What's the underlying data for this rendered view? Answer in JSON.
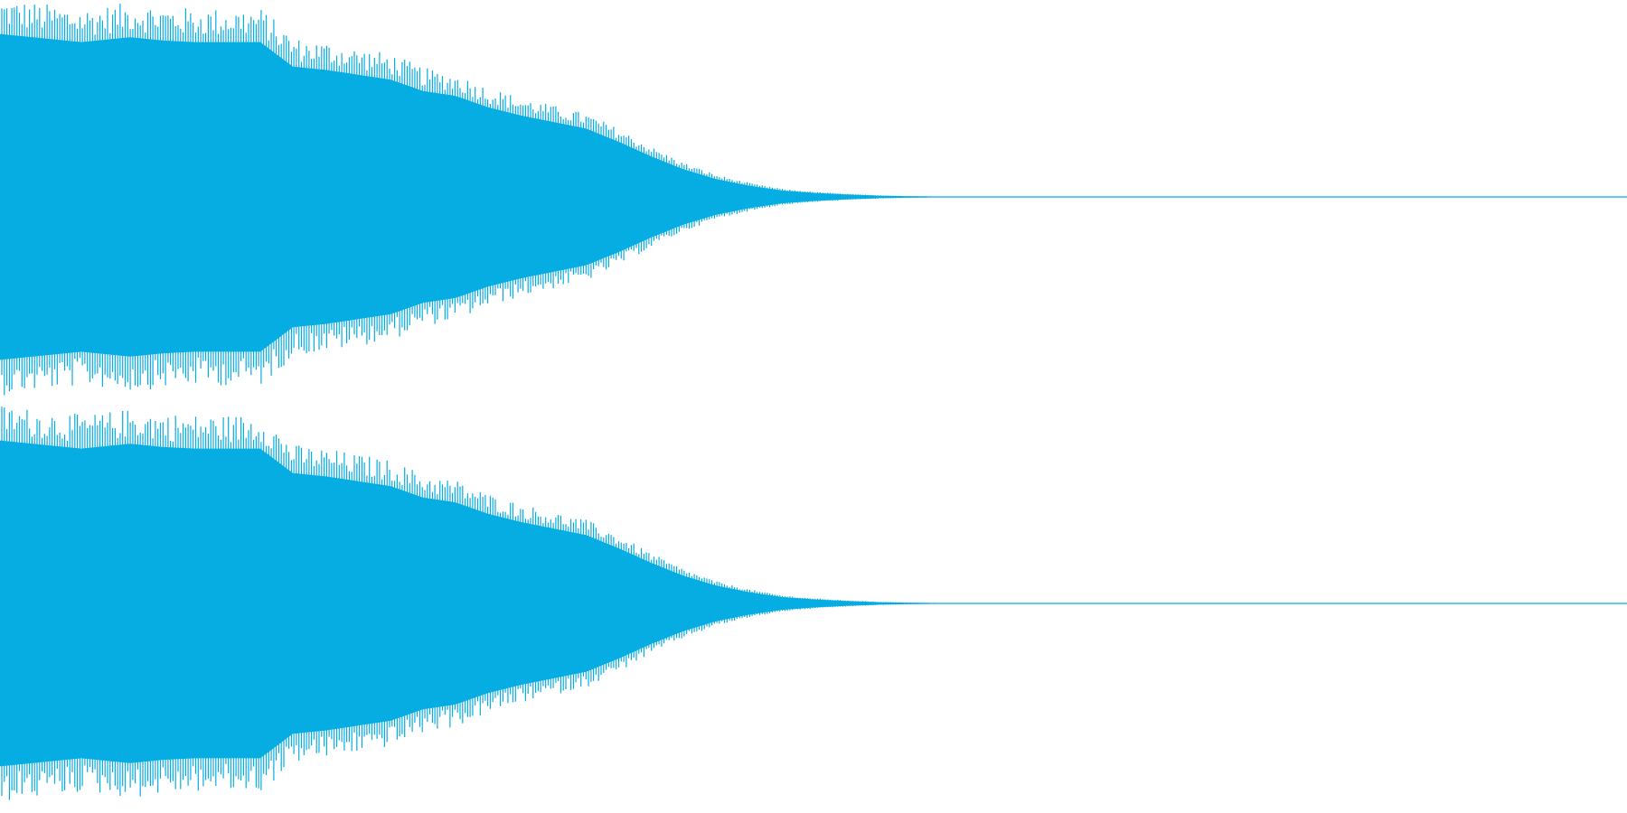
{
  "chart_data": {
    "type": "area",
    "description_type": "audio-waveform",
    "channels": 2,
    "color": "#05ADE3",
    "background": "#FFFFFF",
    "grid": false,
    "legend": "none",
    "xlim": [
      0,
      1.0
    ],
    "ylim": [
      -1.0,
      1.0
    ],
    "series": [
      {
        "x": [
          0.0,
          0.02,
          0.05,
          0.08,
          0.1,
          0.12,
          0.14,
          0.16,
          0.18,
          0.2,
          0.22,
          0.24,
          0.26,
          0.28,
          0.3,
          0.32,
          0.34,
          0.36,
          0.38,
          0.4,
          0.42,
          0.44,
          0.46,
          0.48,
          0.5,
          0.52,
          0.54,
          0.56,
          0.58,
          0.6,
          0.62,
          0.64,
          1.0
        ],
        "amplitude": [
          1.0,
          0.98,
          0.95,
          0.98,
          0.96,
          0.95,
          0.95,
          0.95,
          0.8,
          0.78,
          0.75,
          0.72,
          0.65,
          0.62,
          0.55,
          0.5,
          0.46,
          0.42,
          0.34,
          0.25,
          0.17,
          0.11,
          0.07,
          0.04,
          0.025,
          0.015,
          0.008,
          0.004,
          0.002,
          0.001,
          0.0005,
          0.0,
          0.0
        ]
      },
      {
        "x": [
          0.0,
          0.02,
          0.05,
          0.08,
          0.1,
          0.12,
          0.14,
          0.16,
          0.18,
          0.2,
          0.22,
          0.24,
          0.26,
          0.28,
          0.3,
          0.32,
          0.34,
          0.36,
          0.38,
          0.4,
          0.42,
          0.44,
          0.46,
          0.48,
          0.5,
          0.52,
          0.54,
          0.56,
          0.58,
          0.6,
          0.62,
          0.64,
          1.0
        ],
        "amplitude": [
          1.0,
          0.98,
          0.95,
          0.98,
          0.96,
          0.95,
          0.95,
          0.95,
          0.8,
          0.78,
          0.75,
          0.72,
          0.65,
          0.62,
          0.55,
          0.5,
          0.46,
          0.42,
          0.34,
          0.25,
          0.17,
          0.11,
          0.07,
          0.04,
          0.025,
          0.015,
          0.008,
          0.004,
          0.002,
          0.001,
          0.0005,
          0.0,
          0.0
        ]
      }
    ]
  }
}
